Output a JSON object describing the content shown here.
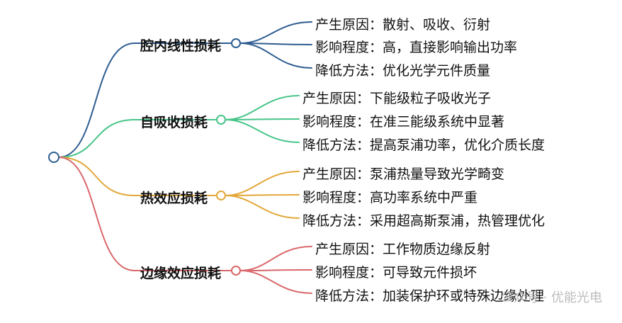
{
  "colors": {
    "blue": "#2f5d91",
    "green": "#48c48a",
    "orange": "#e2a83a",
    "red": "#d9676a",
    "root": "#2f5d91"
  },
  "branches": [
    {
      "label": "腔内线性损耗",
      "color": "#2f5d91",
      "leaves": [
        "产生原因：散射、吸收、衍射",
        "影响程度：高，直接影响输出功率",
        "降低方法：优化光学元件质量"
      ]
    },
    {
      "label": "自吸收损耗",
      "color": "#48c48a",
      "leaves": [
        "产生原因：下能级粒子吸收光子",
        "影响程度：在准三能级系统中显著",
        "降低方法：提高泵浦功率，优化介质长度"
      ]
    },
    {
      "label": "热效应损耗",
      "color": "#e2a83a",
      "leaves": [
        "产生原因：泵浦热量导致光学畸变",
        "影响程度：高功率系统中严重",
        "降低方法：采用超高斯泵浦，热管理优化"
      ]
    },
    {
      "label": "边缘效应损耗",
      "color": "#d9676a",
      "leaves": [
        "产生原因：工作物质边缘反射",
        "影响程度：可导致元件损坏",
        "降低方法：加装保护环或特殊边缘处理"
      ]
    }
  ],
  "watermark": "公众号 · 优能光电"
}
